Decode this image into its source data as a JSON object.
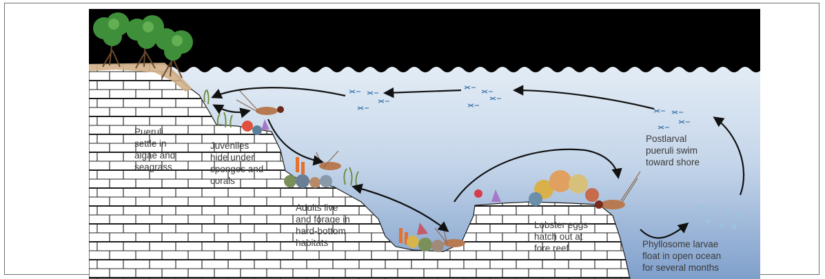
{
  "diagram": {
    "stages": [
      {
        "id": "pueruli-settle",
        "text": "Pueruli\nsettle in\nalgae and\nseagrass"
      },
      {
        "id": "juveniles",
        "text": "Juveniles\nhide under\nsponges and\ncorals"
      },
      {
        "id": "adults",
        "text": "Adults live\nand forage in\nhard-bottom\nhabitats"
      },
      {
        "id": "eggs",
        "text": "Lobster eggs\nhatch out at\nfore reef"
      },
      {
        "id": "phyllosome",
        "text": "Phyllosome larvae\nfloat in open ocean\nfor several months"
      },
      {
        "id": "postlarval",
        "text": "Postlarval\npueruli swim\ntoward shore"
      }
    ],
    "colors": {
      "sky": "#000000",
      "water_top": "#dfe9f3",
      "water_bottom": "#8aa7cf",
      "rock_fill": "#ffffff",
      "rock_line": "#222222",
      "arrow": "#111111",
      "text": "#3a3a3a",
      "tree_canopy": "#3f8f3a",
      "sand": "#c9a57d"
    }
  }
}
